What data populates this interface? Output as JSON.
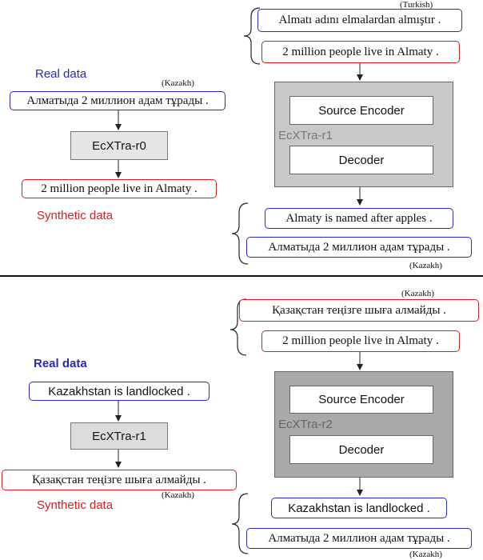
{
  "panel_top": {
    "legend_real": "Real data",
    "legend_synthetic": "Synthetic data",
    "left": {
      "input_lang": "(Kazakh)",
      "input_text": "Алматыда 2 миллион адам тұрады .",
      "model": "EcXTra-r0",
      "output_text": "2 million people live in Almaty ."
    },
    "right": {
      "top_lang": "(Turkish)",
      "input_a": "Almatı adını elmalardan almıştır .",
      "input_b": "2 million people live in Almaty .",
      "model": "EcXTra-r1",
      "encoder": "Source Encoder",
      "decoder": "Decoder",
      "output_a": "Almaty is named after apples .",
      "output_b": "Алматыда 2 миллион адам тұрады .",
      "output_lang": "(Kazakh)"
    }
  },
  "panel_bottom": {
    "legend_real": "Real data",
    "legend_synthetic": "Synthetic data",
    "left": {
      "input_text": "Kazakhstan is landlocked .",
      "model": "EcXTra-r1",
      "output_text": "Қазақстан теңізге шыға алмайды .",
      "output_lang": "(Kazakh)"
    },
    "right": {
      "top_lang": "(Kazakh)",
      "input_a": "Қазақстан теңізге шыға алмайды .",
      "input_b": "2 million people live in Almaty .",
      "model": "EcXTra-r2",
      "encoder": "Source Encoder",
      "decoder": "Decoder",
      "output_a": "Kazakhstan is landlocked .",
      "output_b": "Алматыда 2 миллион адам тұрады .",
      "output_lang": "(Kazakh)"
    }
  },
  "colors": {
    "real": "#2a2ab8",
    "synthetic": "#d42020",
    "box_fill": "#e6e6e6",
    "outer_fill_top": "#c8c8c8",
    "outer_fill_bottom": "#a9a9a9"
  }
}
